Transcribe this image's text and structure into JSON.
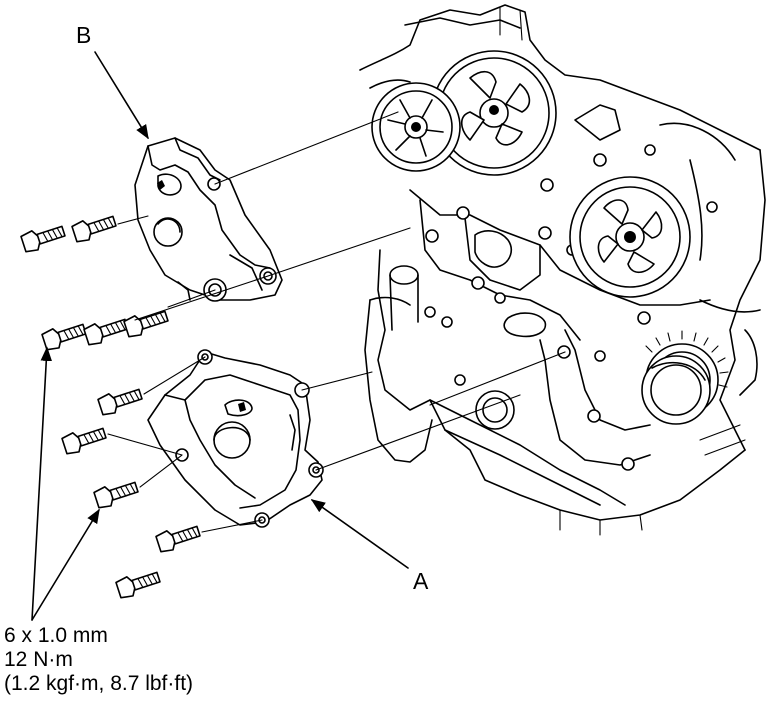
{
  "labels": {
    "cover_a": "A",
    "cover_b": "B"
  },
  "bolt_spec": {
    "size": "6 x 1.0 mm",
    "torque_nm": "12 N·m",
    "torque_alt": "(1.2 kgf·m, 8.7 lbf·ft)"
  },
  "colors": {
    "line": "#000000",
    "background": "#ffffff"
  }
}
